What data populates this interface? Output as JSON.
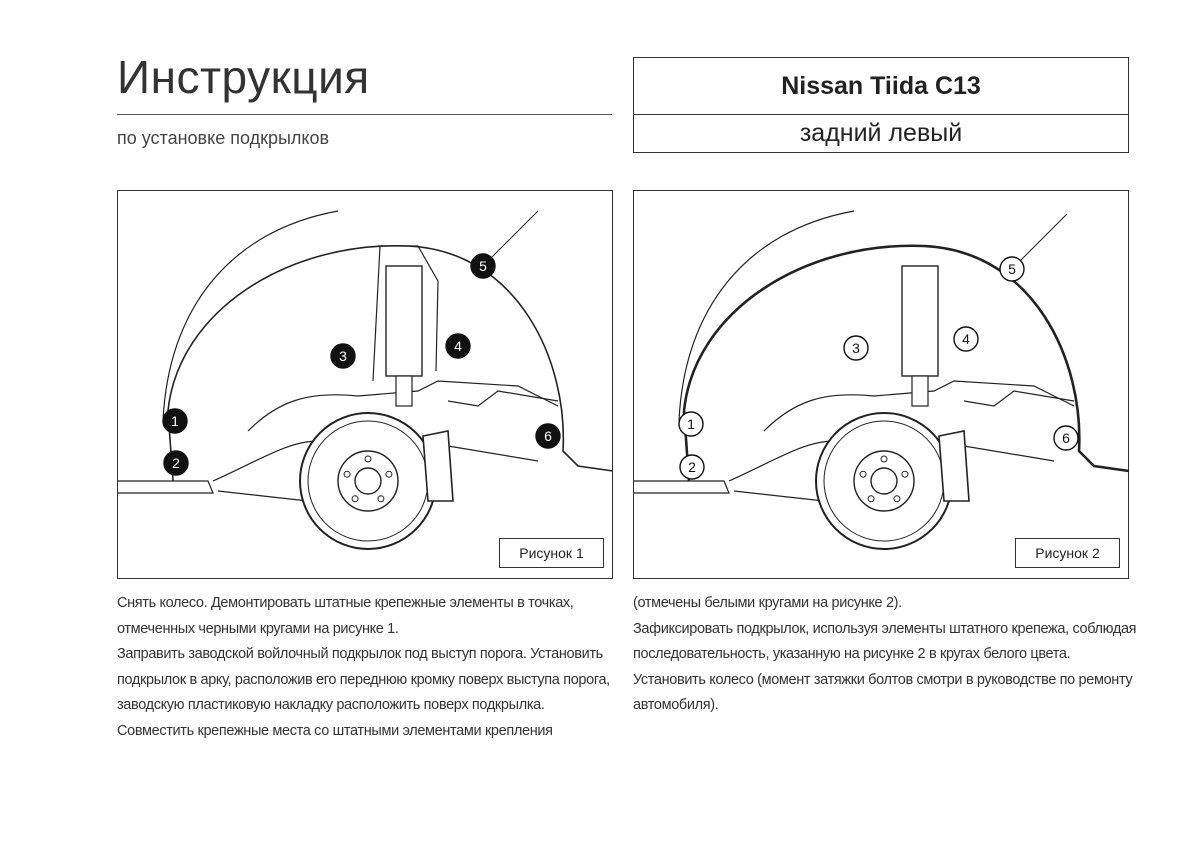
{
  "header": {
    "title": "Инструкция",
    "subtitle": "по установке подкрылков"
  },
  "model": {
    "name": "Nissan Tiida C13",
    "position": "задний левый"
  },
  "figures": [
    {
      "caption": "Рисунок 1",
      "markers": [
        "1",
        "2",
        "3",
        "4",
        "5",
        "6"
      ],
      "marker_style": "black"
    },
    {
      "caption": "Рисунок 2",
      "markers": [
        "1",
        "2",
        "3",
        "4",
        "5",
        "6"
      ],
      "marker_style": "white"
    }
  ],
  "instructions": {
    "left": [
      "Снять колесо. Демонтировать штатные крепежные элементы в точках,",
      "отмеченных черными кругами на рисунке 1.",
      "Заправить заводской войлочный подкрылок под выступ порога. Установить",
      "подкрылок в арку, расположив его переднюю кромку поверх выступа порога,",
      "заводскую пластиковую накладку расположить поверх подкрылка.",
      "Совместить крепежные места со штатными элементами крепления"
    ],
    "right": [
      "(отмечены белыми кругами на рисунке 2).",
      "Зафиксировать подкрылок, используя элементы штатного крепежа, соблюдая",
      "последовательность, указанную на рисунке 2 в кругах белого цвета.",
      "Установить колесо (момент затяжки болтов смотри в руководстве по ремонту",
      "автомобиля)."
    ]
  }
}
